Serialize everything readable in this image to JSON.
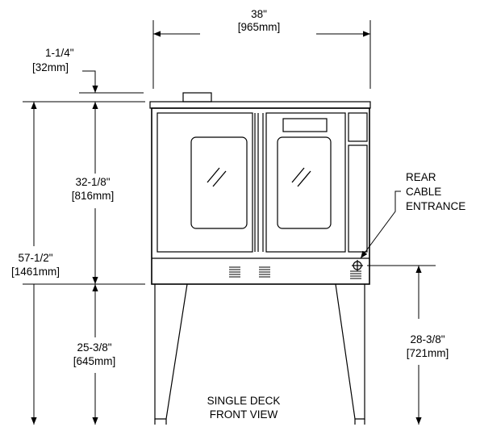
{
  "diagram": {
    "width_label": "38\"",
    "width_metric": "[965mm]",
    "flue_label": "1-1/4\"",
    "flue_metric": "[32mm]",
    "body_height_label": "32-1/8\"",
    "body_height_metric": "[816mm]",
    "total_height_label": "57-1/2\"",
    "total_height_metric": "[1461mm]",
    "leg_height_label": "25-3/8\"",
    "leg_height_metric": "[645mm]",
    "cable_height_label": "28-3/8\"",
    "cable_height_metric": "[721mm]",
    "callout_line1": "REAR",
    "callout_line2": "CABLE",
    "callout_line3": "ENTRANCE",
    "caption_line1": "SINGLE DECK",
    "caption_line2": "FRONT VIEW"
  }
}
